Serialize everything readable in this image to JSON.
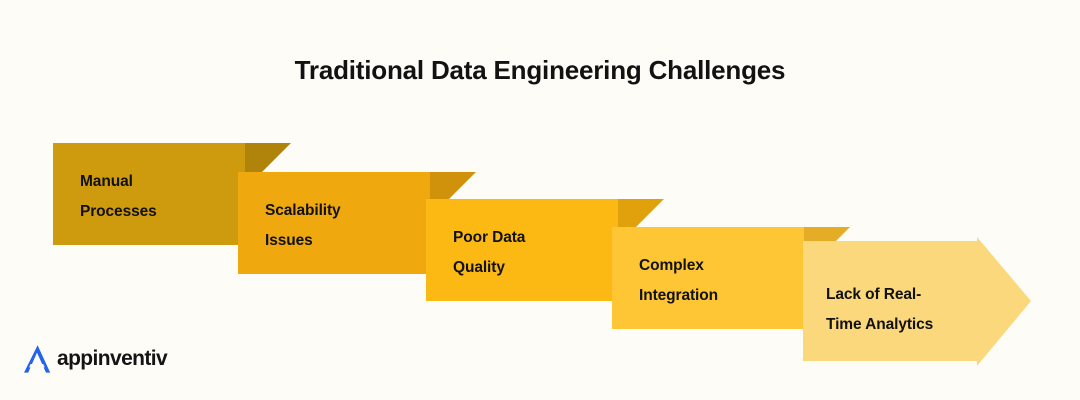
{
  "page": {
    "background_color": "#FDFCF7",
    "title": "Traditional Data Engineering Challenges"
  },
  "flow": {
    "type": "descending-staircase-ribbon",
    "arrow_direction": "right",
    "steps": [
      {
        "index": 1,
        "label": "Manual\nProcesses",
        "line1": "Manual",
        "line2": "Processes",
        "color": "#CE9A0E",
        "fold_color": "#B0830A"
      },
      {
        "index": 2,
        "label": "Scalability\nIssues",
        "line1": "Scalability",
        "line2": "Issues",
        "color": "#EFA90E",
        "fold_color": "#D0920A"
      },
      {
        "index": 3,
        "label": "Poor Data\nQuality",
        "line1": "Poor Data",
        "line2": "Quality",
        "color": "#FDB913",
        "fold_color": "#E0A10C"
      },
      {
        "index": 4,
        "label": "Complex\nIntegration",
        "line1": "Complex",
        "line2": "Integration",
        "color": "#FEC534",
        "fold_color": "#E5AD26"
      },
      {
        "index": 5,
        "label": "Lack of Real-\nTime Analytics",
        "line1": "Lack of Real-",
        "line2": "Time Analytics",
        "color": "#FBD87C",
        "fold_color": "#E7C269"
      }
    ]
  },
  "branding": {
    "logo_name": "appinventiv",
    "logo_mark_color": "#2563EB",
    "logo_text_color": "#141414"
  }
}
